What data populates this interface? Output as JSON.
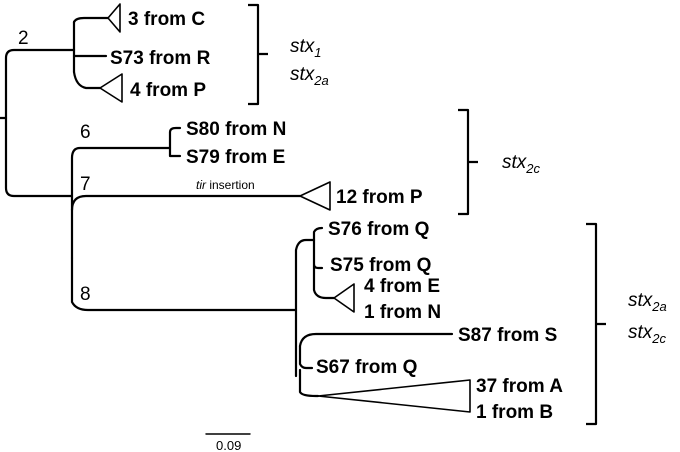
{
  "tree": {
    "node_labels": [
      "2",
      "6",
      "7",
      "8"
    ],
    "leaves": [
      "3 from C",
      "S73 from R",
      "4 from P",
      "S80 from N",
      "S79 from E",
      "12 from P",
      "S76 from Q",
      "S75 from Q",
      "4 from E",
      "1 from N",
      "S87 from S",
      "S67 from Q",
      "37 from A",
      "1 from B"
    ],
    "insertion": {
      "italic": "tir",
      "rest": " insertion"
    },
    "scale_bar": "0.09",
    "groups": [
      {
        "lines": [
          {
            "base": "stx",
            "sub": "1"
          },
          {
            "base": "stx",
            "sub": "2a"
          }
        ]
      },
      {
        "lines": [
          {
            "base": "stx",
            "sub": "2c"
          }
        ]
      },
      {
        "lines": [
          {
            "base": "stx",
            "sub": "2a"
          },
          {
            "base": "stx",
            "sub": "2c"
          }
        ]
      }
    ]
  }
}
